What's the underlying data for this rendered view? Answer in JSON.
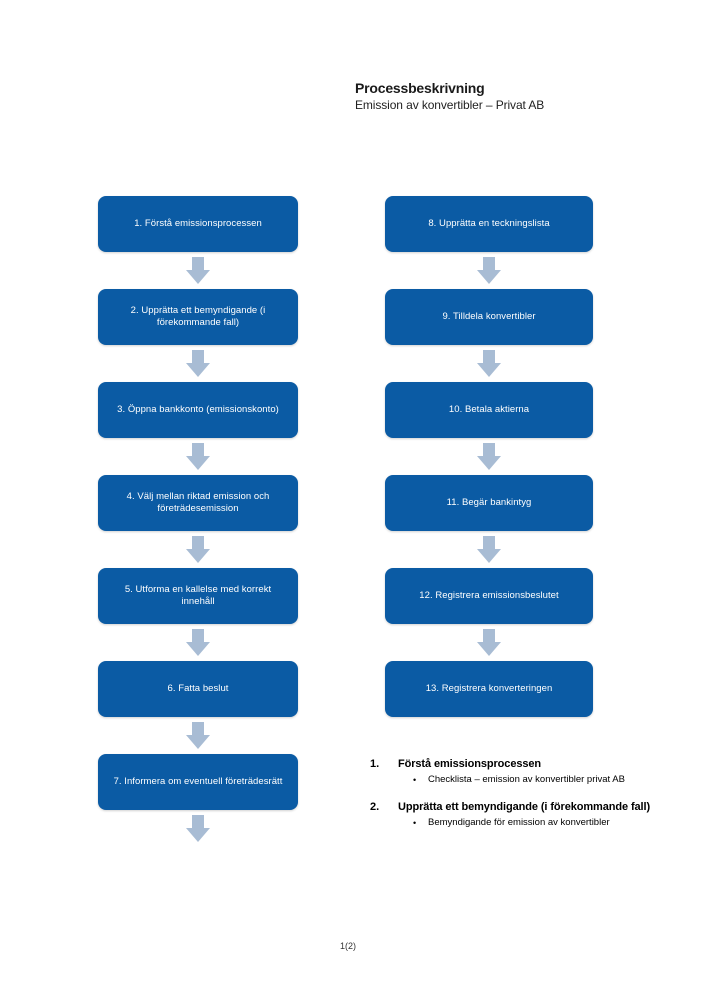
{
  "header": {
    "title": "Processbeskrivning",
    "subtitle": "Emission av konvertibler – Privat AB"
  },
  "flowchart": {
    "accent_color": "#0b5ba4",
    "arrow_color": "#a8bcd4",
    "left_column": [
      {
        "label": "1. Förstå emissionsprocessen"
      },
      {
        "label": "2. Upprätta ett bemyndigande (i förekommande fall)"
      },
      {
        "label": "3. Öppna bankkonto (emissionskonto)"
      },
      {
        "label": "4. Välj mellan riktad emission och företrädesemission"
      },
      {
        "label": "5. Utforma en kallelse med korrekt innehåll"
      },
      {
        "label": "6. Fatta beslut"
      },
      {
        "label": "7. Informera om eventuell företrädesrätt"
      }
    ],
    "right_column": [
      {
        "label": "8. Upprätta en teckningslista"
      },
      {
        "label": "9. Tilldela konvertibler"
      },
      {
        "label": "10. Betala aktierna"
      },
      {
        "label": "11. Begär bankintyg"
      },
      {
        "label": "12. Registrera emissionsbeslutet"
      },
      {
        "label": "13. Registrera konverteringen"
      }
    ]
  },
  "details": {
    "items": [
      {
        "number": "1.",
        "title": "Förstå emissionsprocessen",
        "bullet_glyph": "•",
        "bullets": [
          "Checklista – emission av konvertibler privat AB"
        ]
      },
      {
        "number": "2.",
        "title": "Upprätta ett bemyndigande (i förekommande fall)",
        "bullet_glyph": "•",
        "bullets": [
          "Bemyndigande för emission av konvertibler"
        ]
      }
    ]
  },
  "footer": {
    "page_number": "1(2)"
  }
}
